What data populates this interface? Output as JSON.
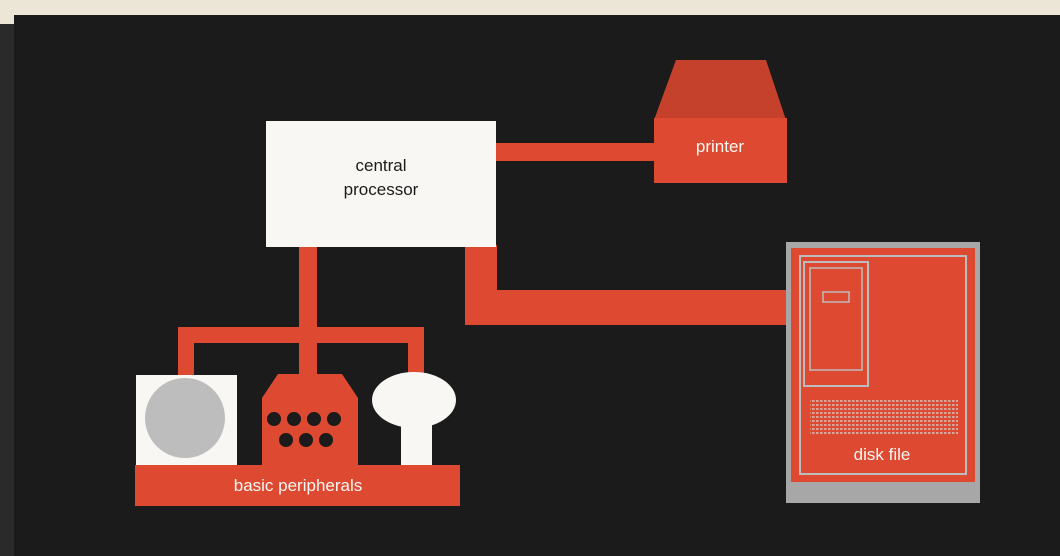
{
  "diagram": {
    "nodes": {
      "central_processor": {
        "line1": "central",
        "line2": "processor"
      },
      "printer": {
        "label": "printer"
      },
      "disk_file": {
        "label": "disk file"
      },
      "basic_peripherals": {
        "label": "basic peripherals"
      }
    }
  },
  "colors": {
    "background": "#1b1b1b",
    "paper": "#ece6d6",
    "accent": "#de4a31",
    "accent_dark": "#c5412b",
    "box": "#f8f7f3",
    "disk_frame": "#a7a7a7",
    "gray": "#bdbdbd"
  }
}
